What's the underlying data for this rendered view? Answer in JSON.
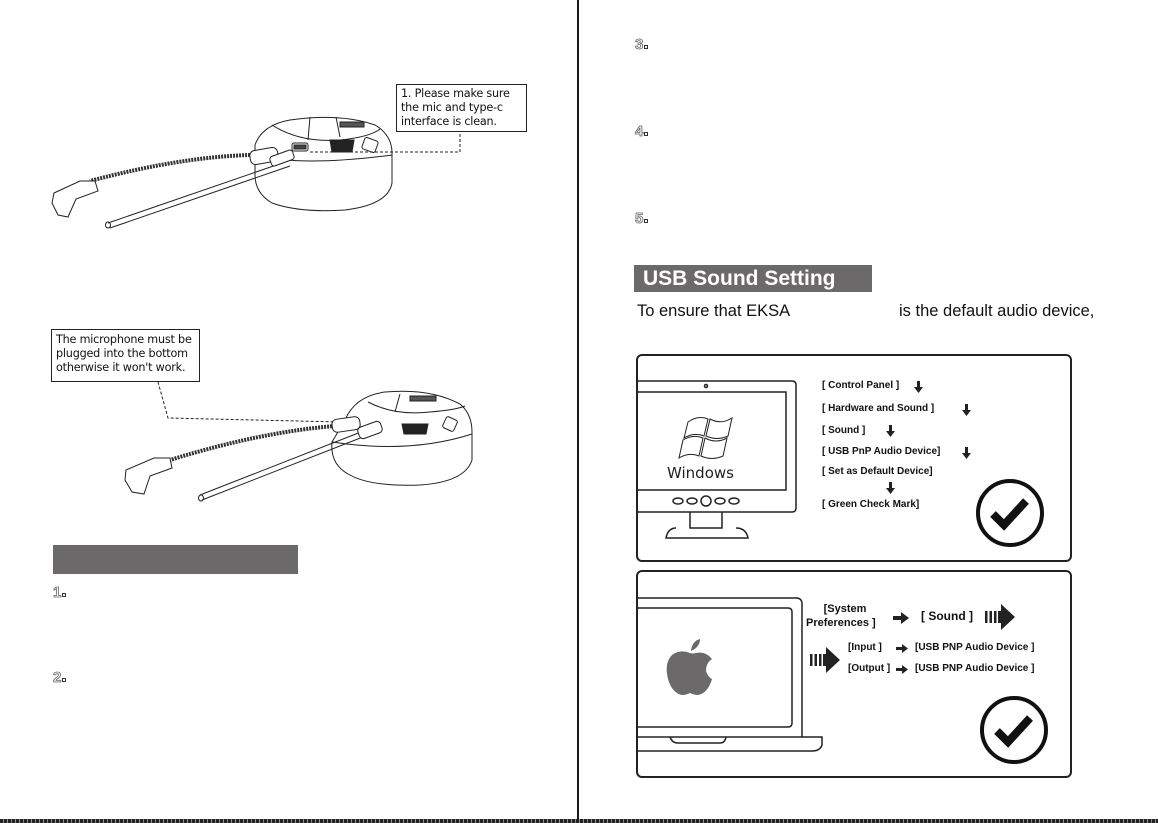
{
  "left_page": {
    "callout_clean": "1. Please make sure the mic and type-c interface is clean.",
    "callout_bottom": "The microphone must be plugged into the bottom otherwise it won't work.",
    "illustration_top": "mic-and-typec-headset-illustration",
    "illustration_bottom": "mic-plugged-bottom-illustration",
    "section_bar_label": "",
    "steps": [
      {
        "number": "1",
        "text": ""
      },
      {
        "number": "2",
        "text": ""
      }
    ]
  },
  "right_page": {
    "steps": [
      {
        "number": "3",
        "text": ""
      },
      {
        "number": "4",
        "text": ""
      },
      {
        "number": "5",
        "text": ""
      }
    ],
    "section_title": "USB Sound Setting",
    "intro_left": "To ensure that EKSA",
    "intro_right": "is the default audio device,",
    "windows_panel": {
      "os_label": "Windows",
      "steps": [
        "[ Control Panel ]",
        "[ Hardware and Sound ]",
        "[ Sound ]",
        "[ USB PnP Audio Device]",
        "[ Set as Default Device]",
        "[ Green Check Mark]"
      ]
    },
    "mac_panel": {
      "system_prefs_line1": "[System",
      "system_prefs_line2": "Preferences ]",
      "sound": "[ Sound ]",
      "input_label": "[Input ]",
      "input_device": "[USB PNP Audio Device ]",
      "output_label": "[Output ]",
      "output_device": "[USB PNP Audio Device ]"
    }
  }
}
